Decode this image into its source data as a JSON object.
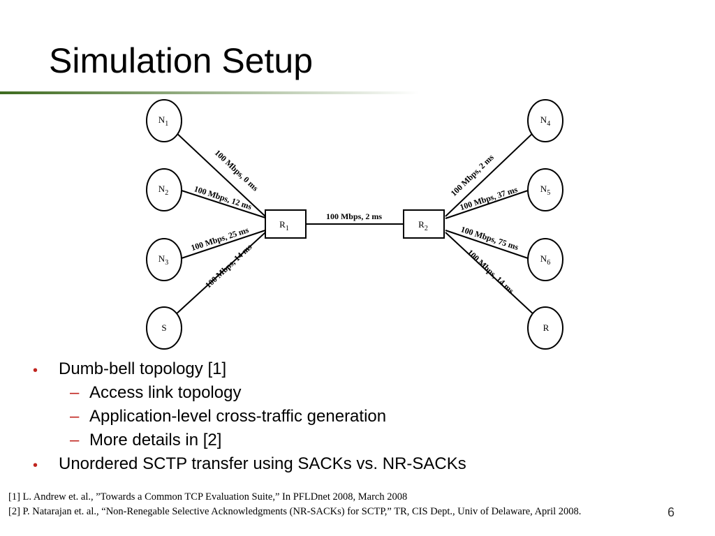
{
  "slide": {
    "title": "Simulation Setup",
    "number": "6"
  },
  "colors": {
    "title_rule_start": "#3e6b1f",
    "title_rule_end": "#ffffff",
    "bullet": "#c0251f"
  },
  "diagram": {
    "nodes": {
      "n1": {
        "base": "N",
        "sub": "1"
      },
      "n2": {
        "base": "N",
        "sub": "2"
      },
      "n3": {
        "base": "N",
        "sub": "3"
      },
      "s": {
        "base": "S",
        "sub": ""
      },
      "r1": {
        "base": "R",
        "sub": "1"
      },
      "r2": {
        "base": "R",
        "sub": "2"
      },
      "n4": {
        "base": "N",
        "sub": "4"
      },
      "n5": {
        "base": "N",
        "sub": "5"
      },
      "n6": {
        "base": "N",
        "sub": "6"
      },
      "r": {
        "base": "R",
        "sub": ""
      }
    },
    "links": {
      "n1_r1": "100 Mbps,  0 ms",
      "n2_r1": "100 Mbps, 12 ms",
      "n3_r1": "100 Mbps, 25 ms",
      "s_r1": "100 Mbps, 14 ms",
      "r1_r2": "100 Mbps, 2 ms",
      "r2_n4": "100 Mbps,  2 ms",
      "r2_n5": "100 Mbps, 37 ms",
      "r2_n6": "100 Mbps, 75 ms",
      "r2_r": "100 Mbps, 14 ms"
    }
  },
  "bullets": [
    {
      "marker": "•",
      "text": "Dumb-bell topology [1]"
    },
    {
      "marker": "–",
      "text": "Access link topology"
    },
    {
      "marker": "–",
      "text": "Application-level cross-traffic generation"
    },
    {
      "marker": "–",
      "text": "More details in [2]"
    },
    {
      "marker": "•",
      "text": "Unordered SCTP transfer using SACKs vs. NR-SACKs"
    }
  ],
  "references": [
    "[1] L. Andrew et. al., ”Towards a Common TCP Evaluation Suite,”  In PFLDnet 2008, March 2008",
    "[2] P. Natarajan et. al., “Non-Renegable Selective Acknowledgments (NR-SACKs) for SCTP,” TR, CIS Dept., Univ of Delaware, April 2008."
  ]
}
